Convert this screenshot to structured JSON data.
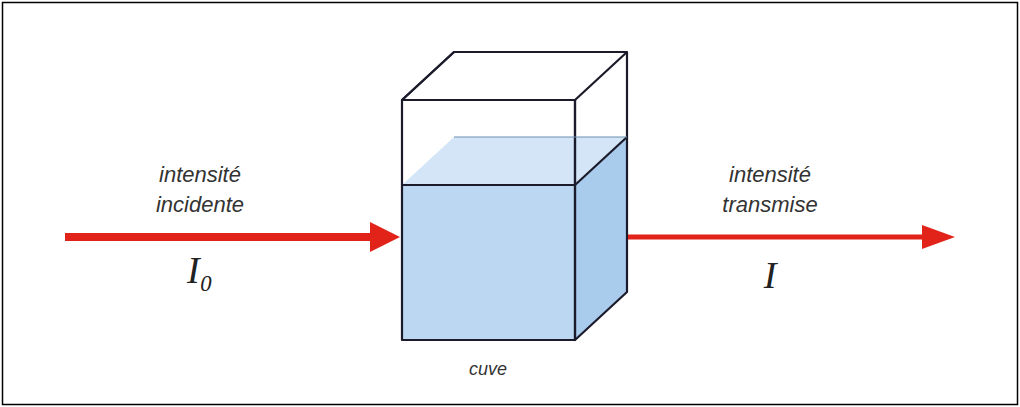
{
  "diagram": {
    "labels": [
      "intensité incidente",
      "I₀",
      "intensité transmise",
      "I",
      "cuve"
    ]
  }
}
